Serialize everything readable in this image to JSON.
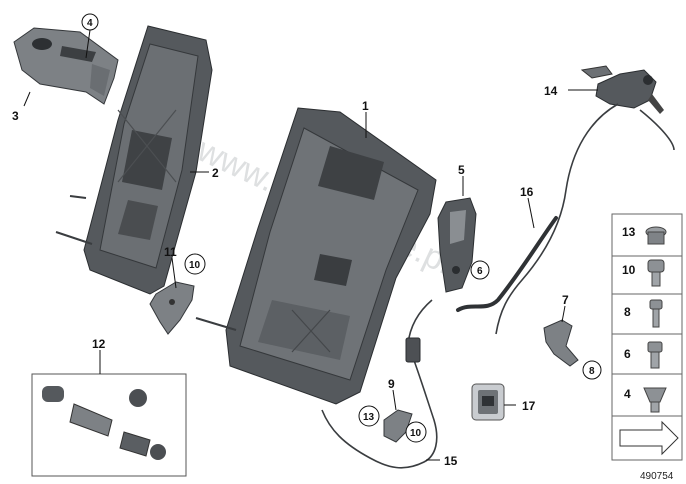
{
  "watermark": "www.BMWstore.pl",
  "catalog_number": "490754",
  "callouts": {
    "c1": "1",
    "c2": "2",
    "c3": "3",
    "c4": "4",
    "c5": "5",
    "c6": "6",
    "c7": "7",
    "c8": "8",
    "c9": "9",
    "c10a": "10",
    "c10b": "10",
    "c11": "11",
    "c12": "12",
    "c13": "13",
    "c14": "14",
    "c15": "15",
    "c16": "16",
    "c17": "17"
  },
  "hardware_legend": [
    "13",
    "10",
    "8",
    "6",
    "4"
  ]
}
